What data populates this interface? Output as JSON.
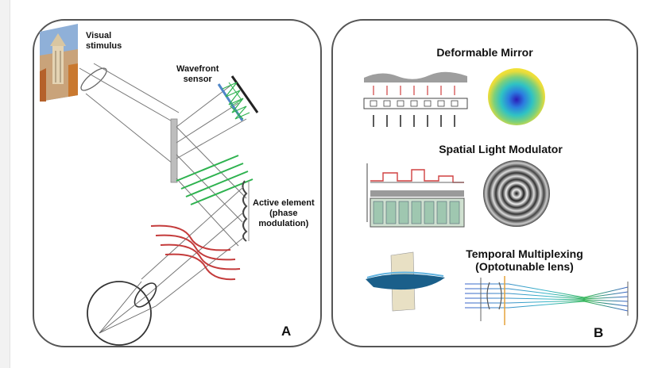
{
  "panel_a": {
    "label_visual_stimulus": "Visual\nstimulus",
    "label_wavefront_sensor": "Wavefront\nsensor",
    "label_active_element": "Active element\n(phase\nmodulation)",
    "panel_letter": "A"
  },
  "panel_b": {
    "title_deformable_mirror": "Deformable Mirror",
    "title_slm": "Spatial Light Modulator",
    "title_temporal": "Temporal Multiplexing\n(Optotunable lens)",
    "panel_letter": "B"
  },
  "colors": {
    "green_wave": "#2eb24f",
    "red_wave": "#c43b3b",
    "blue_beam": "#3a63c9",
    "border": "#555555"
  }
}
